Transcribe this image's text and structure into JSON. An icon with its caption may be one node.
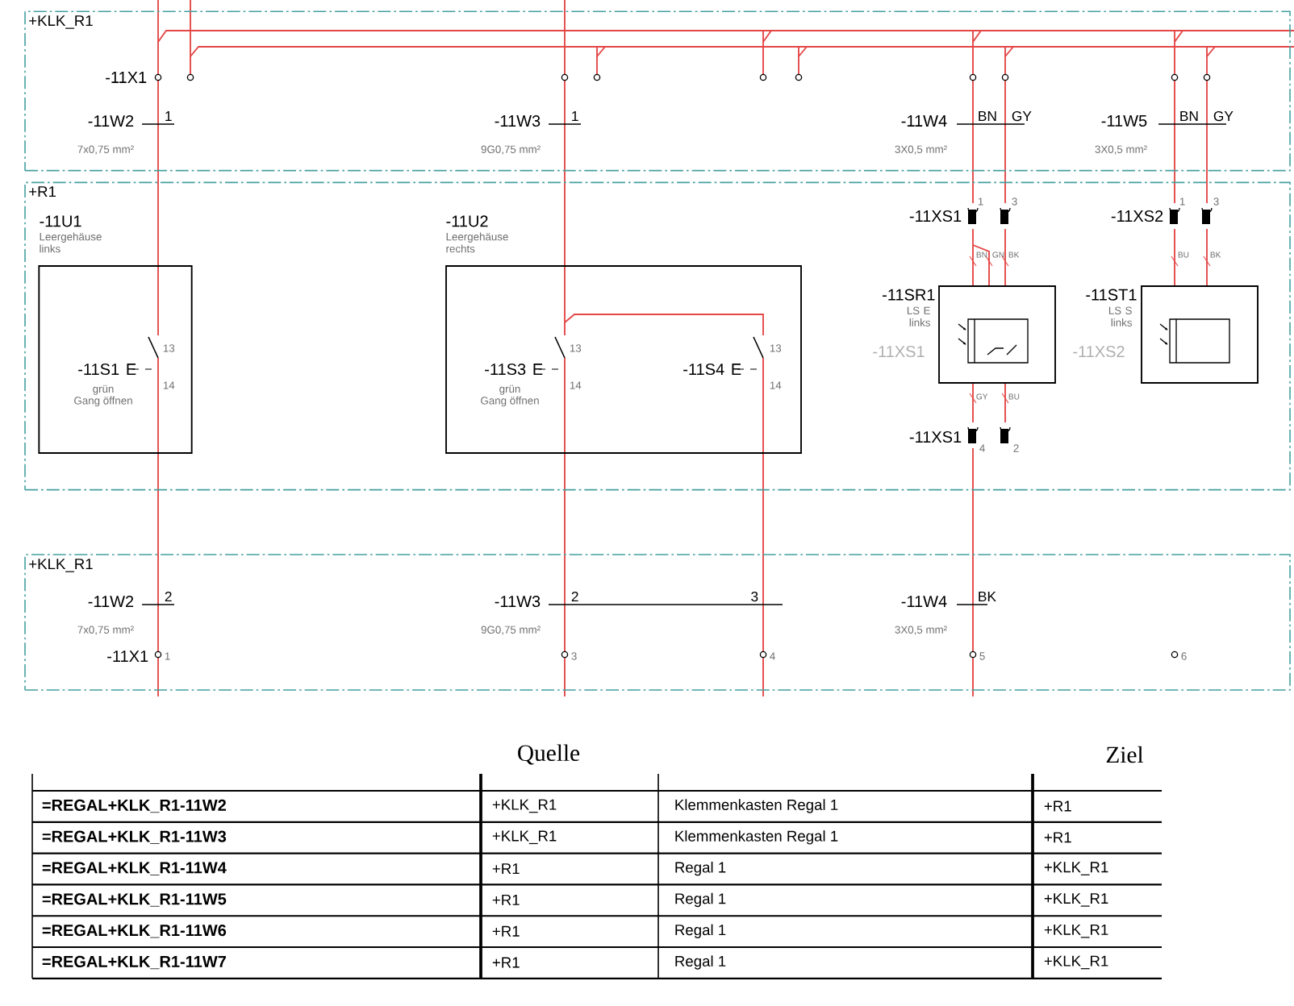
{
  "diagram": {
    "nodes": [
      {
        "text": [
          "+KLK_R1"
        ]
      },
      {
        "text": [
          "+R1"
        ]
      },
      {
        "text": [
          "-11U1",
          "Leergehäuse links"
        ],
        "in": 1
      },
      {
        "text": [
          "-11U2",
          "Leergehäuse rechts"
        ],
        "in": 1
      },
      {
        "text": [
          "-11SR1",
          "LS E links"
        ],
        "in": 1
      },
      {
        "text": [
          "-11ST1",
          "LS S links"
        ],
        "in": 1
      },
      {
        "text": [
          "+KLK_R1"
        ]
      }
    ],
    "labels": [
      "-11X1",
      "-11W2",
      "1",
      "7x0,75 mm²",
      "-11W3",
      "1",
      "9G0,75 mm²",
      "-11W4",
      "BN",
      "GY",
      "3X0,5 mm²",
      "-11W5",
      "BN",
      "GY",
      "3X0,5 mm²",
      "-11S1",
      "E",
      "13",
      "14",
      "grün",
      "Gang öffnen",
      "-11S3",
      "E",
      "13",
      "14",
      "grün",
      "Gang öffnen",
      "-11S4",
      "E",
      "13",
      "14",
      "-11XS1",
      "1",
      "3",
      "BN",
      "GN",
      "BK",
      "-11XS2",
      "1",
      "3",
      "BU",
      "BK",
      "-11XS1",
      "-11XS2",
      "GY",
      "BU",
      "-11XS1",
      "4",
      "2",
      "-11W2",
      "2",
      "7x0,75 mm²",
      "-11W3",
      "2",
      "3",
      "9G0,75 mm²",
      "-11W4",
      "BK",
      "3X0,5 mm²",
      "-11X1",
      "1",
      "3",
      "4",
      "5",
      "6",
      "Quelle",
      "Ziel",
      "=REGAL+KLK_R1-11W2",
      "+KLK_R1",
      "Klemmenkasten Regal 1",
      "+R1",
      "=REGAL+KLK_R1-11W3",
      "+KLK_R1",
      "Klemmenkasten Regal 1",
      "+R1",
      "=REGAL+KLK_R1-11W4",
      "+R1",
      "Regal 1",
      "+KLK_R1",
      "=REGAL+KLK_R1-11W5",
      "+R1",
      "Regal 1",
      "+KLK_R1",
      "=REGAL+KLK_R1-11W6",
      "+R1",
      "Regal 1",
      "+KLK_R1",
      "=REGAL+KLK_R1-11W7",
      "+R1",
      "Regal 1",
      "+KLK_R1"
    ]
  }
}
